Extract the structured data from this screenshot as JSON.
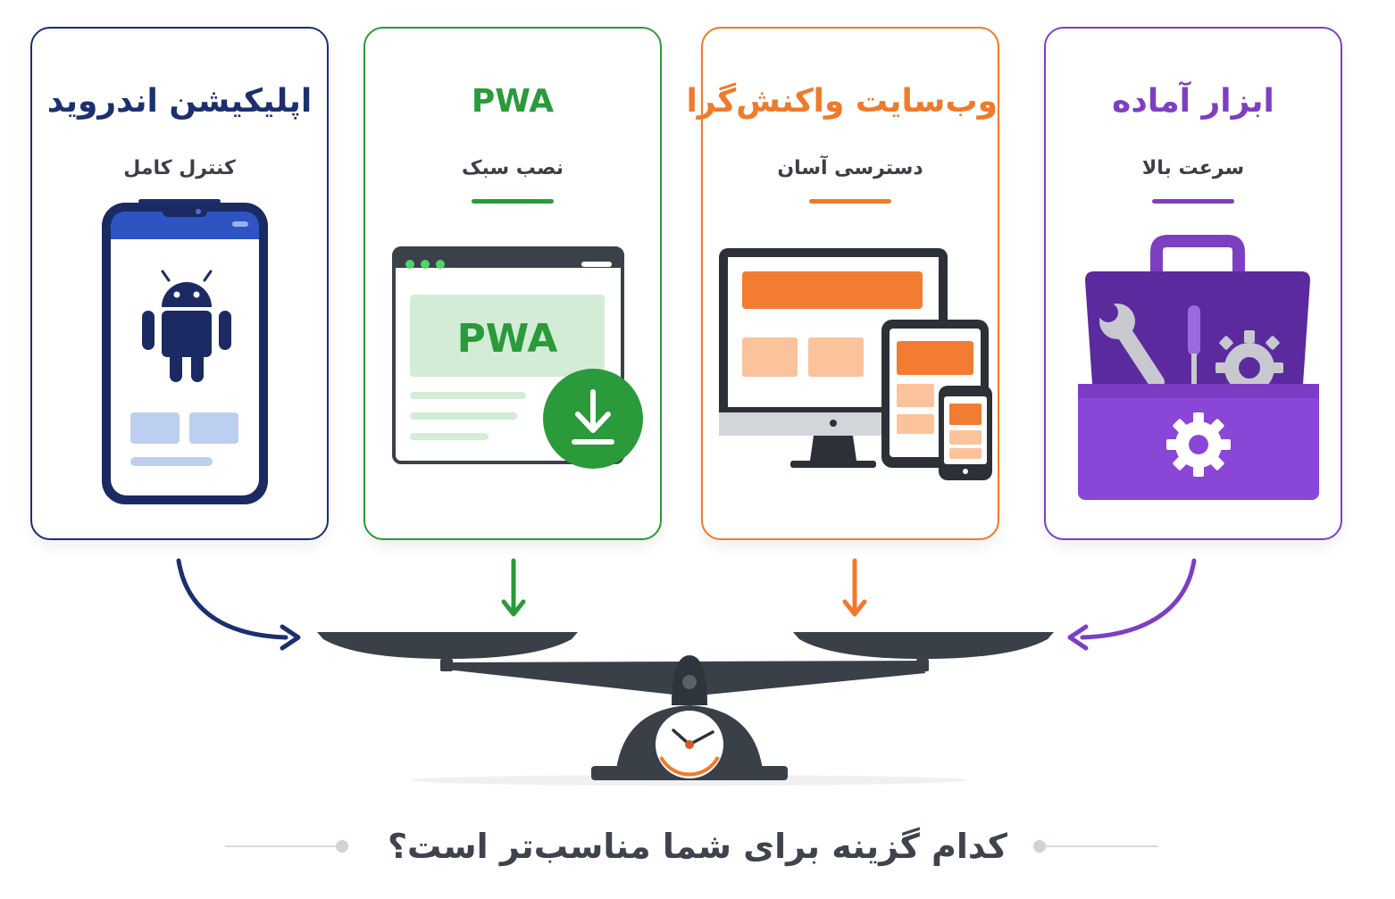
{
  "cards": [
    {
      "title": "اپلیکیشن اندروید",
      "subtitle": "کنترل کامل",
      "color": "#1c2f70",
      "icon": "android-phone-icon"
    },
    {
      "title": "PWA",
      "subtitle": "نصب سبک",
      "color": "#2a9a3a",
      "icon": "pwa-browser-download-icon"
    },
    {
      "title": "وب‌سایت واکنش‌گرا",
      "subtitle": "دسترسی آسان",
      "color": "#f07a2a",
      "icon": "responsive-devices-icon"
    },
    {
      "title": "ابزار آماده",
      "subtitle": "سرعت بالا",
      "color": "#7d3fc2",
      "icon": "toolbox-icon"
    }
  ],
  "pwa_screen_label": "PWA",
  "question": "کدام گزینه برای شما مناسب‌تر است؟"
}
